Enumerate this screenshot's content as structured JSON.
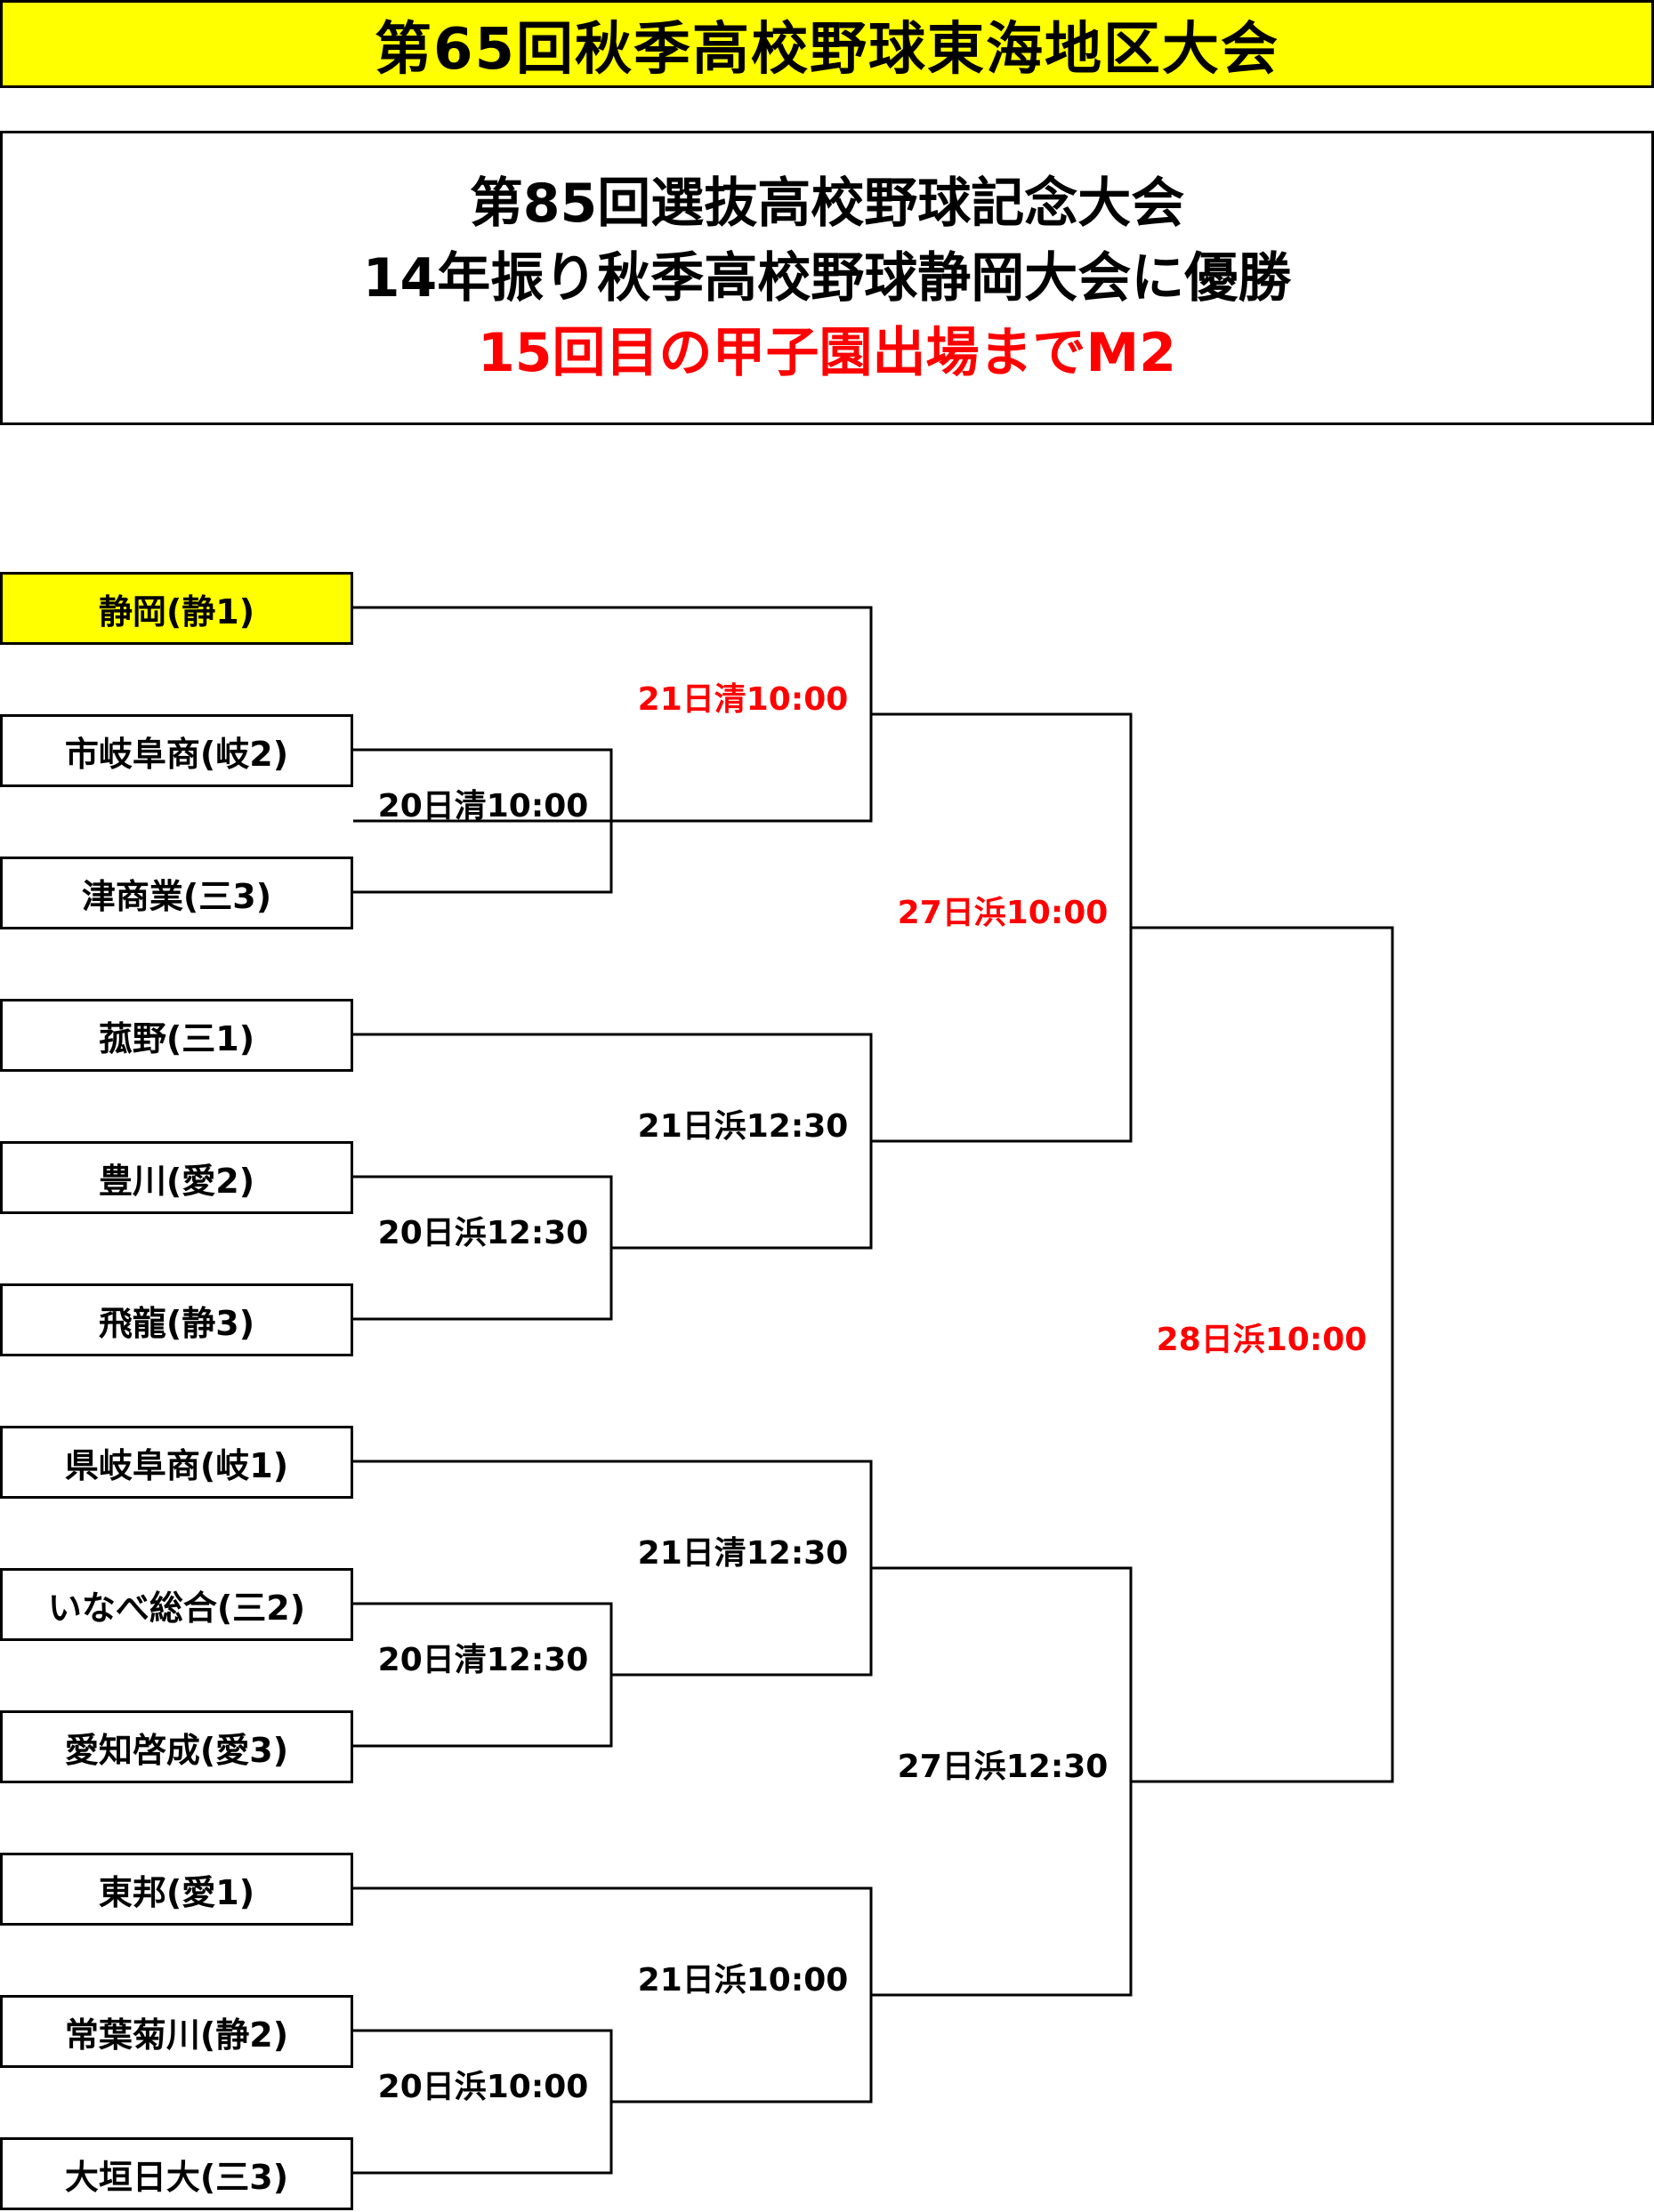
{
  "title": "第65回秋季高校野球東海地区大会",
  "info": {
    "line1": "第85回選抜高校野球記念大会",
    "line2": "14年振り秋季高校野球静岡大会に優勝",
    "line3": "15回目の甲子園出場までM2",
    "highlight_color": "#ff0000"
  },
  "teams": [
    "静岡(静1)",
    "市岐阜商(岐2)",
    "津商業(三3)",
    "菰野(三1)",
    "豊川(愛2)",
    "飛龍(静3)",
    "県岐阜商(岐1)",
    "いなべ総合(三2)",
    "愛知啓成(愛3)",
    "東邦(愛1)",
    "常葉菊川(静2)",
    "大垣日大(三3)"
  ],
  "highlighted_team": "静岡(静1)",
  "matches": {
    "r1_a": "20日清10:00",
    "r1_b": "20日浜12:30",
    "r1_c": "20日清12:30",
    "r1_d": "20日浜10:00",
    "r2_a": "21日清10:00",
    "r2_b": "21日浜12:30",
    "r2_c": "21日清12:30",
    "r2_d": "21日浜10:00",
    "sf_a": "27日浜10:00",
    "sf_b": "27日浜12:30",
    "final": "28日浜10:00"
  },
  "colors": {
    "highlight_bg": "#ffff00",
    "schedule_red": "#ff0000",
    "line": "#000000"
  }
}
